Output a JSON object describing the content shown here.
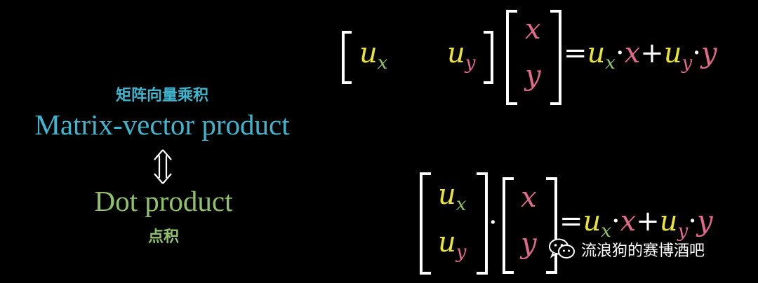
{
  "left": {
    "mv_cn": "矩阵向量乘积",
    "mv_en": "Matrix-vector product",
    "dp_en": "Dot product",
    "dp_cn": "点积"
  },
  "eq1": {
    "row_u": "u",
    "row_sub_x": "x",
    "row_sub_y": "y",
    "col_x": "x",
    "col_y": "y",
    "rhs": {
      "u1": "u",
      "s1": "x",
      "dot1": "·",
      "x": "x",
      "plus": "+",
      "u2": "u",
      "s2": "y",
      "dot2": "·",
      "y": "y",
      "equals": "="
    }
  },
  "eq2": {
    "col_u": "u",
    "col_sub_x": "x",
    "col_sub_y": "y",
    "dot": "·",
    "col_x": "x",
    "col_y": "y",
    "rhs": {
      "u1": "u",
      "s1": "x",
      "dot1": "·",
      "x": "x",
      "plus": "+",
      "u2": "u",
      "s2": "y",
      "dot2": "·",
      "y": "y",
      "equals": "="
    }
  },
  "watermark": {
    "text": "流浪狗的赛博酒吧",
    "icon": "wechat-icon"
  },
  "colors": {
    "cyan": "#3fb6cf",
    "green": "#8fc26a",
    "yellow": "#e8e23a",
    "pink": "#e06a8a"
  }
}
